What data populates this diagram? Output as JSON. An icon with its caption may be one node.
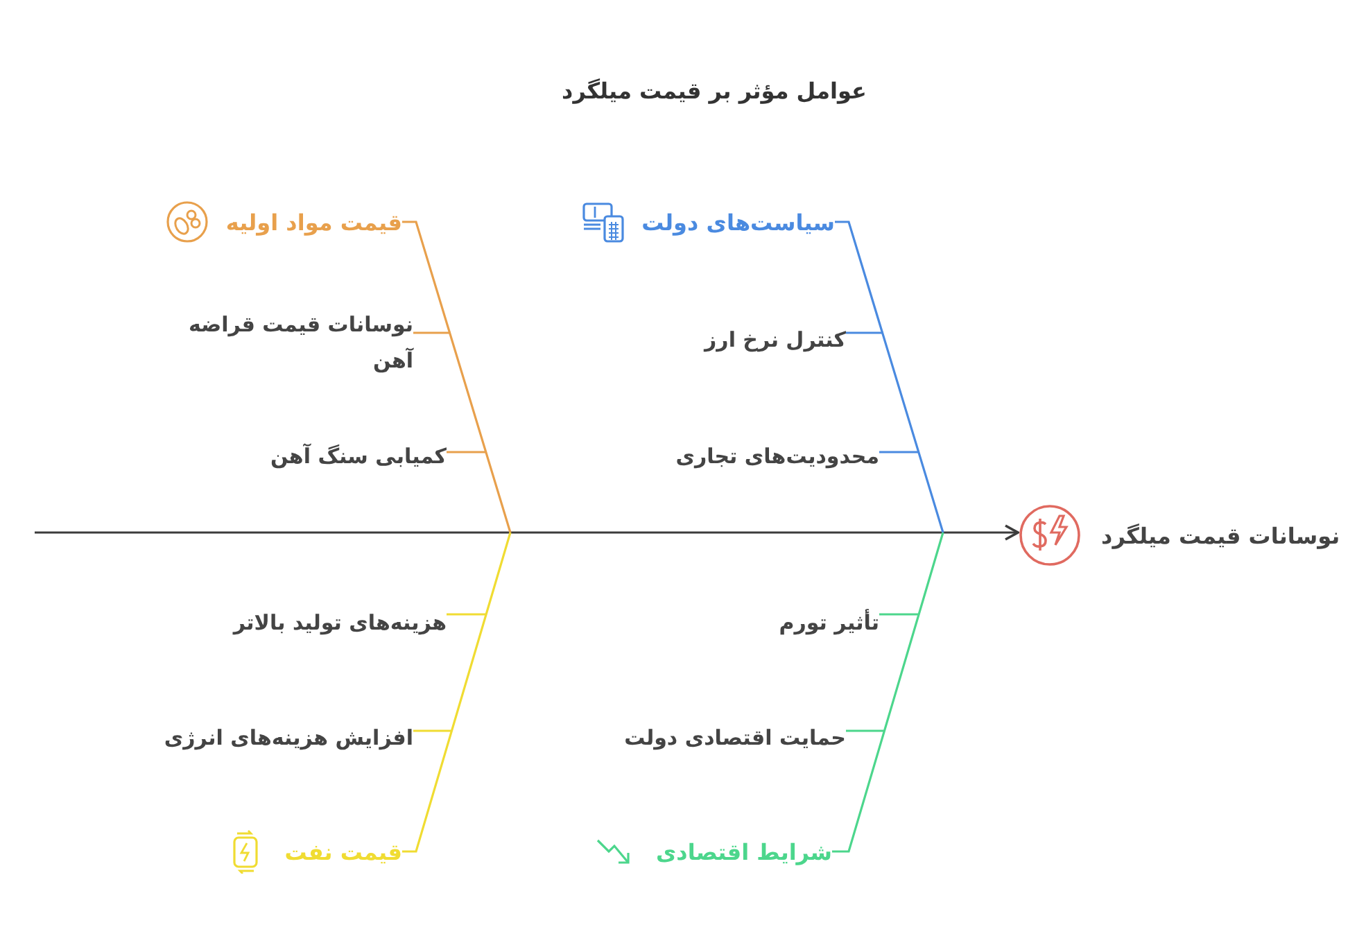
{
  "diagram": {
    "title": "عوامل مؤثر بر قیمت میلگرد",
    "nodes": [
      {
        "text": [
          "قیمت مواد اولیه"
        ]
      },
      {
        "text": [
          "نوسانات قیمت قراضه آهن"
        ]
      },
      {
        "text": [
          "کمیابی سنگ آهن"
        ]
      },
      {
        "text": [
          "سیاست‌های دولت"
        ]
      },
      {
        "text": [
          "کنترل نرخ ارز"
        ]
      },
      {
        "text": [
          "محدودیت‌های تجاری"
        ]
      },
      {
        "text": [
          "نوسانات قیمت میلگرد"
        ]
      },
      {
        "text": [
          "هزینه‌های تولید بالاتر"
        ]
      },
      {
        "text": [
          "افزایش هزینه‌های انرژی"
        ]
      },
      {
        "text": [
          "قیمت نفت"
        ]
      },
      {
        "text": [
          "تأثیر تورم"
        ]
      },
      {
        "text": [
          "حمایت اقتصادی دولت"
        ]
      },
      {
        "text": [
          "شرایط اقتصادی"
        ]
      }
    ],
    "edges": [
      {
        "from": null,
        "to": 6,
        "arrow": "to",
        "color": "#3c3c3c"
      },
      {
        "from": 0,
        "to": null,
        "arrow": "none",
        "color": "#e8a04c"
      },
      {
        "from": 3,
        "to": null,
        "arrow": "none",
        "color": "#4a8ae0"
      },
      {
        "from": 9,
        "to": null,
        "arrow": "none",
        "color": "#f0dc32"
      },
      {
        "from": 12,
        "to": null,
        "arrow": "none",
        "color": "#4cd68c"
      },
      {
        "from": 1,
        "to": null,
        "arrow": "none",
        "color": "#e8a04c"
      },
      {
        "from": 2,
        "to": null,
        "arrow": "none",
        "color": "#e8a04c"
      },
      {
        "from": 4,
        "to": null,
        "arrow": "none",
        "color": "#4a8ae0"
      },
      {
        "from": 5,
        "to": null,
        "arrow": "none",
        "color": "#4a8ae0"
      },
      {
        "from": 7,
        "to": null,
        "arrow": "none",
        "color": "#f0dc32"
      },
      {
        "from": 8,
        "to": null,
        "arrow": "none",
        "color": "#f0dc32"
      },
      {
        "from": 10,
        "to": null,
        "arrow": "none",
        "color": "#4cd68c"
      },
      {
        "from": 11,
        "to": null,
        "arrow": "none",
        "color": "#4cd68c"
      }
    ]
  }
}
